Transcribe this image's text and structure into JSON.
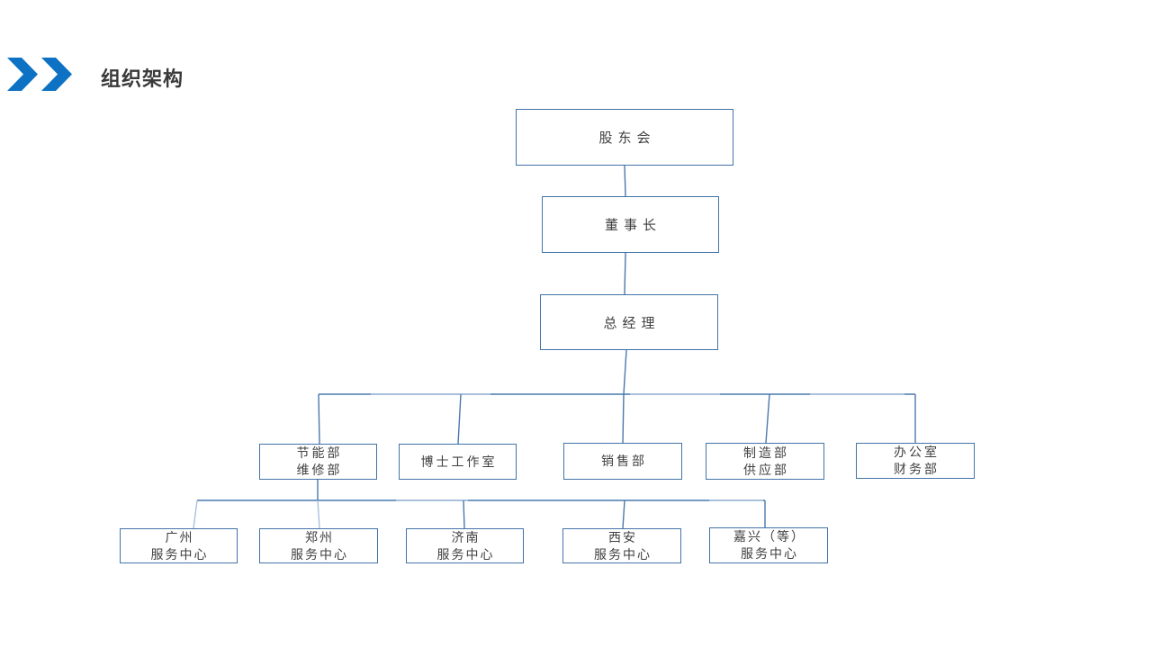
{
  "slide_title": {
    "text": "组织架构"
  },
  "org_chart": {
    "root": {
      "label": "股东会"
    },
    "chairman": {
      "label": "董事长"
    },
    "general_manager": {
      "label": "总经理"
    },
    "departments": [
      {
        "line1": "节能部",
        "line2": "维修部"
      },
      {
        "line1": "博士工作室"
      },
      {
        "line1": "销售部"
      },
      {
        "line1": "制造部",
        "line2": "供应部"
      },
      {
        "line1": "办公室",
        "line2": "财务部"
      }
    ],
    "service_centers": [
      {
        "line1": "广州",
        "line2": "服务中心"
      },
      {
        "line1": "郑州",
        "line2": "服务中心"
      },
      {
        "line1": "济南",
        "line2": "服务中心"
      },
      {
        "line1": "西安",
        "line2": "服务中心"
      },
      {
        "line1": "嘉兴（等）",
        "line2": "服务中心"
      }
    ]
  },
  "colors": {
    "accent": "#0d72c4",
    "box_border": "#4273a8",
    "connector": "#4a78ad",
    "connector_light": "#a9c1dd",
    "title_text": "#3a3a3a",
    "box_text": "#404040"
  }
}
